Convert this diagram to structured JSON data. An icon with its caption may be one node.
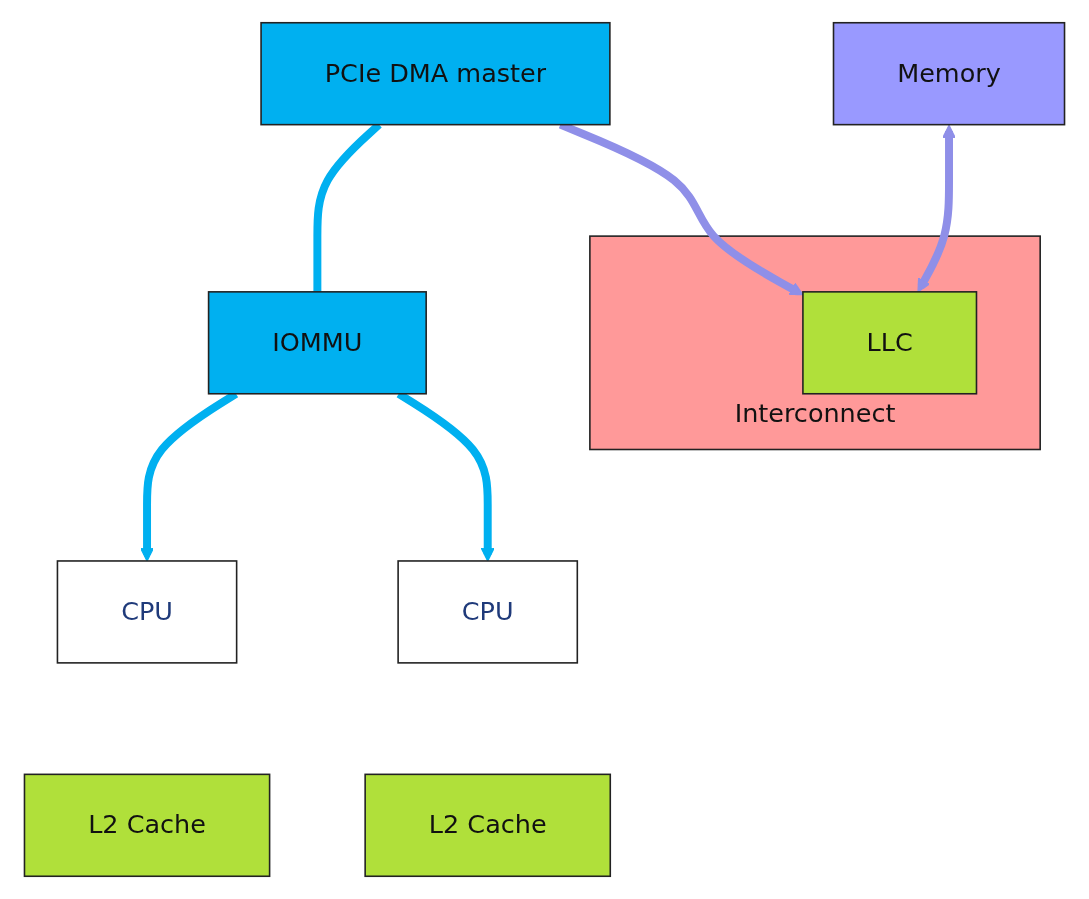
{
  "diagram": {
    "nodes": [
      {
        "text": [
          "PCIe DMA master"
        ]
      },
      {
        "text": [
          "Memory"
        ]
      },
      {
        "text": [
          "IOMMU"
        ]
      },
      {
        "text": [
          "Interconnect"
        ]
      },
      {
        "text": [
          "LLC"
        ],
        "in": 3
      },
      {
        "text": [
          "CPU"
        ]
      },
      {
        "text": [
          "L2 Cache"
        ]
      },
      {
        "text": [
          "CPU"
        ]
      },
      {
        "text": [
          "L2 Cache"
        ]
      }
    ],
    "edges": [
      {
        "from": 0,
        "to": 2,
        "arrow": "none"
      },
      {
        "from": 0,
        "to": 4,
        "arrow": "to",
        "color": "#8f8fe8"
      },
      {
        "from": 1,
        "to": 4,
        "arrow": "both",
        "color": "#8f8fe8"
      },
      {
        "from": 2,
        "to": 5,
        "arrow": "to"
      },
      {
        "from": 2,
        "to": 7,
        "arrow": "to"
      }
    ]
  }
}
